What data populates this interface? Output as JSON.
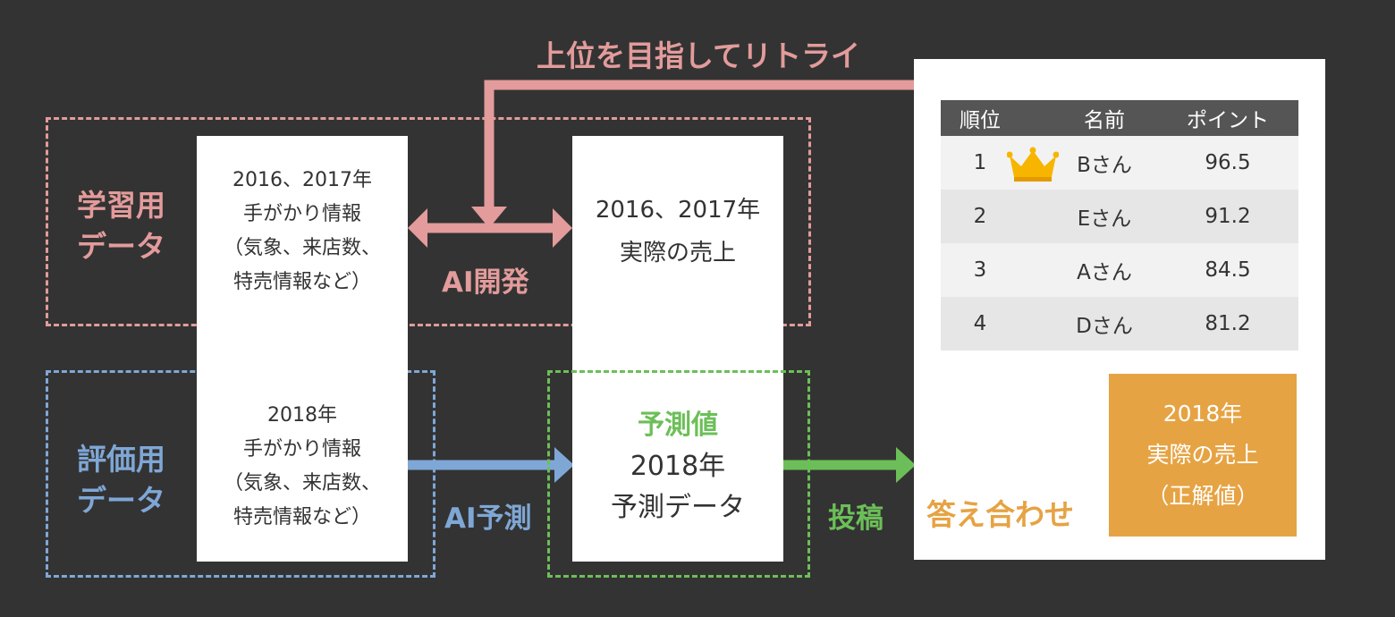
{
  "colors": {
    "background": "#333333",
    "training": "#e39b9b",
    "evaluation": "#7fa7d6",
    "prediction": "#6cbf58",
    "answer": "#e6a343",
    "header": "#555555"
  },
  "retry_label": "上位を目指してリトライ",
  "training_group": {
    "line1": "学習用",
    "line2": "データ"
  },
  "evaluation_group": {
    "line1": "評価用",
    "line2": "データ"
  },
  "clue_train": {
    "lines": [
      "2016、2017年",
      "手がかり情報",
      "（気象、来店数、",
      "特売情報など）"
    ]
  },
  "sales_train": {
    "lines": [
      "2016、2017年",
      "実際の売上"
    ]
  },
  "ai_dev_label": "AI開発",
  "clue_eval": {
    "lines": [
      "2018年",
      "手がかり情報",
      "（気象、来店数、",
      "特売情報など）"
    ]
  },
  "ai_predict_label": "AI予測",
  "prediction_box": {
    "title": "予測値",
    "line1": "2018年",
    "line2": "予測データ"
  },
  "submit_label": "投稿",
  "match_label": "答え合わせ",
  "answer_box": {
    "line1": "2018年",
    "line2": "実際の売上",
    "line3": "（正解値）"
  },
  "leaderboard": {
    "headers": [
      "順位",
      "名前",
      "ポイント"
    ],
    "rows": [
      {
        "rank": "1",
        "name": "Bさん",
        "points": "96.5",
        "icon": "crown-icon"
      },
      {
        "rank": "2",
        "name": "Eさん",
        "points": "91.2"
      },
      {
        "rank": "3",
        "name": "Aさん",
        "points": "84.5"
      },
      {
        "rank": "4",
        "name": "Dさん",
        "points": "81.2"
      }
    ]
  }
}
